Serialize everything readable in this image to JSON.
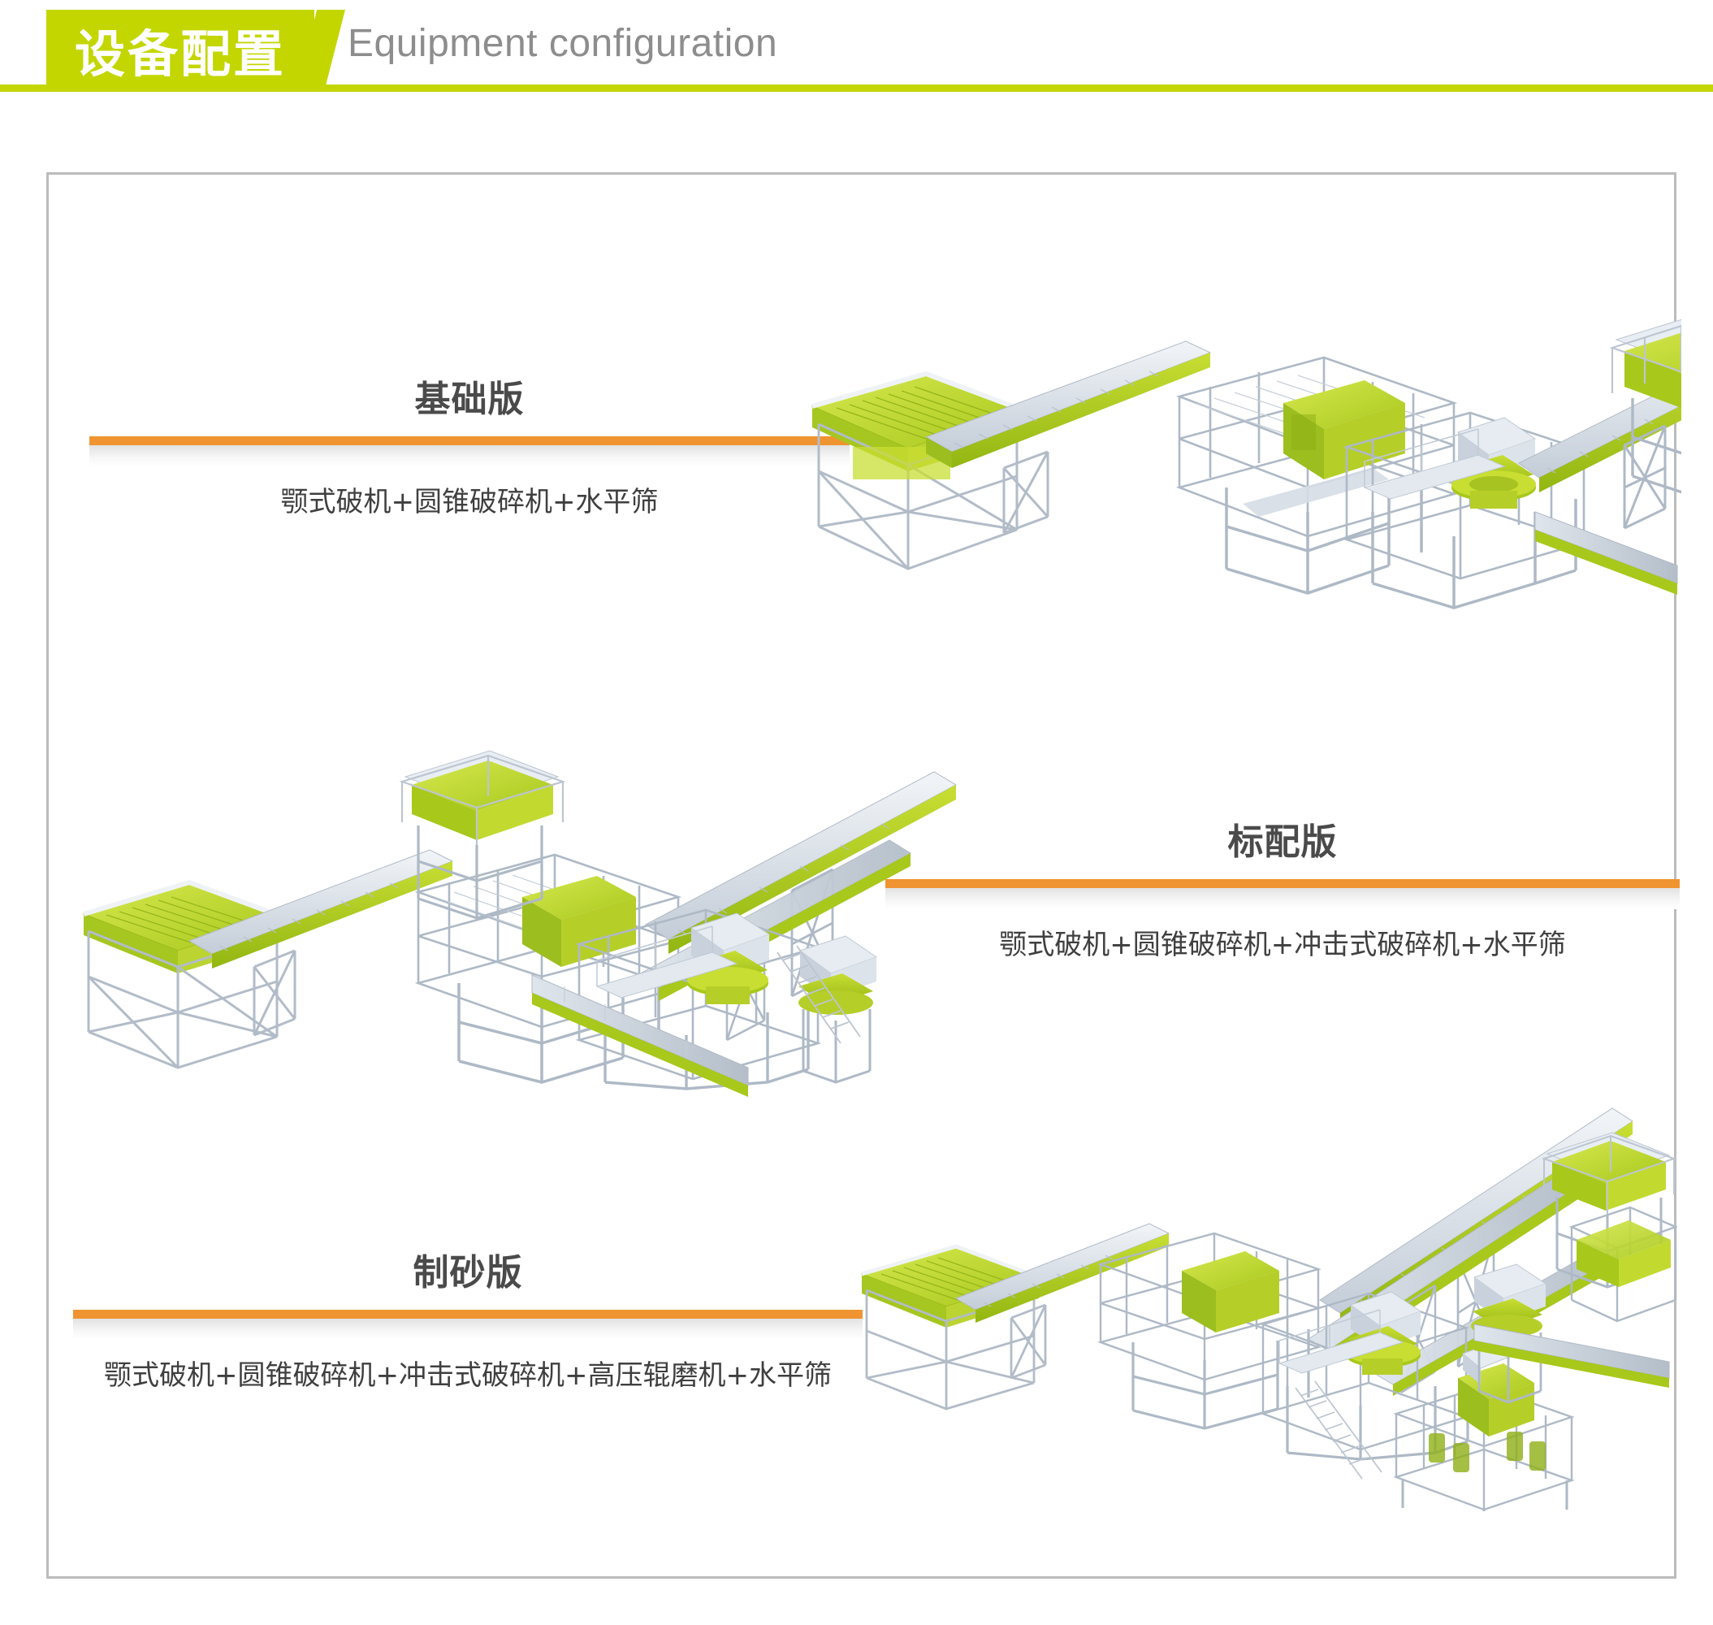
{
  "header": {
    "tag_label": "设备配置",
    "subtitle": "Equipment configuration",
    "green": "#C3D600"
  },
  "theme": {
    "accent_green": "#C3D600",
    "accent_orange": "#EF9430",
    "frame_border": "#bcbcbc",
    "title_color": "#4a4a4a",
    "machine_green": "#BED62E",
    "machine_green_dark": "#9CBE1E",
    "machine_steel": "#D8DEE6",
    "machine_steel_dark": "#A9B4C2"
  },
  "sections": [
    {
      "id": "basic",
      "title": "基础版",
      "subtitle": "颚式破机+圆锥破碎机+水平筛",
      "illustration": "crushing-plant-basic"
    },
    {
      "id": "standard",
      "title": "标配版",
      "subtitle": "颚式破机+圆锥破碎机+冲击式破碎机+水平筛",
      "illustration": "crushing-plant-standard"
    },
    {
      "id": "sand-making",
      "title": "制砂版",
      "subtitle": "颚式破机+圆锥破碎机+冲击式破碎机+高压辊磨机+水平筛",
      "illustration": "crushing-plant-sand-making"
    }
  ]
}
